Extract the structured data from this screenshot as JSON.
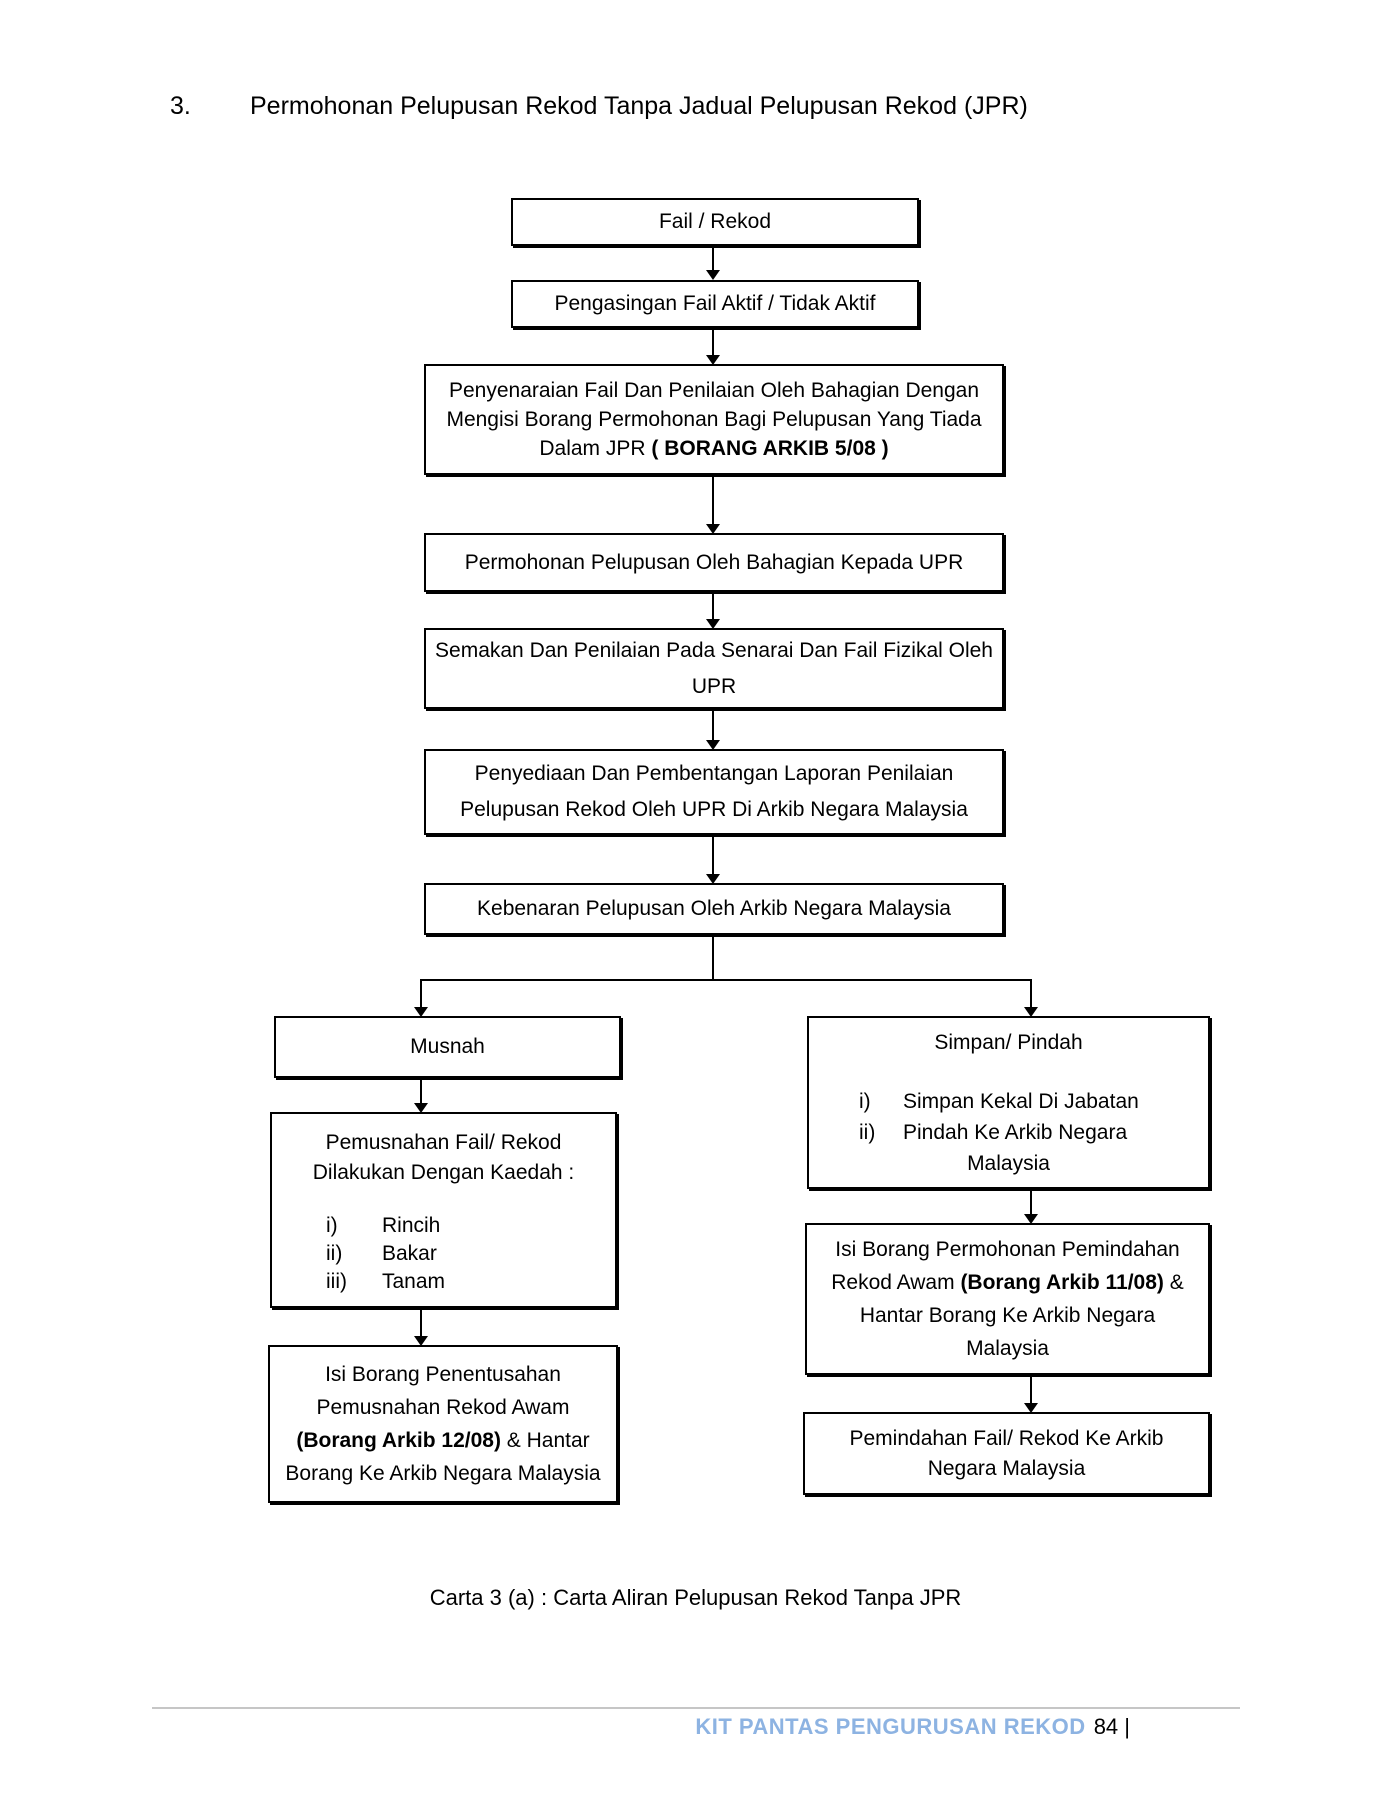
{
  "page": {
    "section_number": "3.",
    "title": "Permohonan Pelupusan Rekod Tanpa Jadual Pelupusan Rekod (JPR)",
    "caption": "Carta 3 (a) : Carta Aliran Pelupusan Rekod Tanpa JPR",
    "footer": {
      "brand": "KIT PANTAS PENGURUSAN REKOD",
      "page_number": "84 |",
      "brand_color": "#8db3e2",
      "rule_color": "#c6c6c6"
    }
  },
  "flow": {
    "box_fail": {
      "text": "Fail / Rekod"
    },
    "box_pengasingan": {
      "text": "Pengasingan Fail Aktif / Tidak Aktif"
    },
    "box_penyenaraian": {
      "line1": "Penyenaraian Fail Dan Penilaian Oleh Bahagian Dengan",
      "line2": "Mengisi Borang Permohonan Bagi Pelupusan Yang Tiada",
      "line3_prefix": "Dalam JPR ",
      "line3_bold": "( BORANG ARKIB 5/08 )"
    },
    "box_permohonan": {
      "text": "Permohonan Pelupusan Oleh Bahagian Kepada UPR"
    },
    "box_semakan": {
      "line1": "Semakan Dan Penilaian Pada Senarai Dan Fail Fizikal Oleh",
      "line2": "UPR"
    },
    "box_penyediaan": {
      "line1": "Penyediaan Dan Pembentangan Laporan Penilaian",
      "line2": "Pelupusan Rekod Oleh UPR Di Arkib Negara Malaysia"
    },
    "box_kebenaran": {
      "text": "Kebenaran Pelupusan Oleh Arkib Negara Malaysia"
    },
    "box_musnah": {
      "text": "Musnah"
    },
    "box_pemusnahan": {
      "line1": "Pemusnahan Fail/ Rekod",
      "line2": "Dilakukan Dengan Kaedah :",
      "items": [
        {
          "num": "i)",
          "label": "Rincih"
        },
        {
          "num": "ii)",
          "label": "Bakar"
        },
        {
          "num": "iii)",
          "label": "Tanam"
        }
      ]
    },
    "box_borang12": {
      "line1": "Isi Borang Penentusahan",
      "line2": "Pemusnahan Rekod Awam",
      "line3_bold": "(Borang Arkib 12/08)",
      "line3_suffix": " & Hantar",
      "line4": "Borang Ke Arkib Negara Malaysia"
    },
    "box_simpan": {
      "title": "Simpan/ Pindah",
      "items": [
        {
          "num": "i)",
          "label": "Simpan Kekal Di Jabatan"
        },
        {
          "num": "ii)",
          "label": "Pindah Ke Arkib Negara"
        }
      ],
      "item2_cont": "Malaysia"
    },
    "box_borang11": {
      "line1": "Isi Borang Permohonan Pemindahan",
      "line2_prefix": "Rekod Awam ",
      "line2_bold": "(Borang Arkib 11/08)",
      "line2_suffix": " &",
      "line3": "Hantar Borang Ke Arkib Negara",
      "line4": "Malaysia"
    },
    "box_pemindahan": {
      "line1": "Pemindahan Fail/ Rekod Ke Arkib",
      "line2": "Negara Malaysia"
    }
  }
}
